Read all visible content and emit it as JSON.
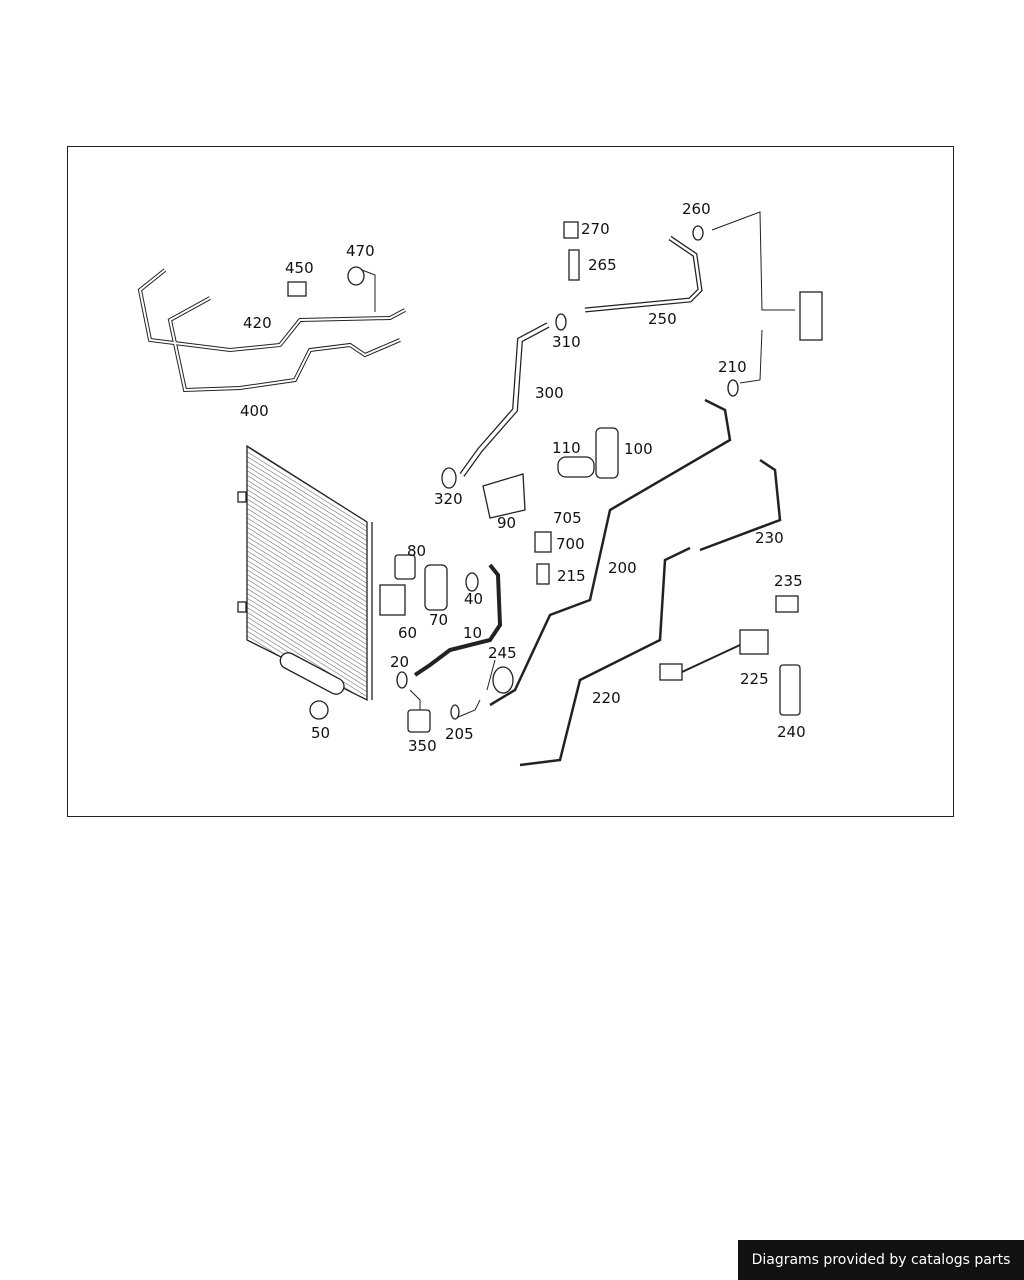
{
  "diagram": {
    "labels": [
      "260",
      "270",
      "265",
      "250",
      "310",
      "210",
      "300",
      "470",
      "450",
      "420",
      "400",
      "110",
      "100",
      "320",
      "90",
      "705",
      "700",
      "200",
      "215",
      "230",
      "235",
      "80",
      "40",
      "60",
      "70",
      "10",
      "245",
      "20",
      "225",
      "220",
      "50",
      "350",
      "205",
      "240"
    ]
  },
  "footer": {
    "text": "Diagrams provided by catalogs parts"
  }
}
